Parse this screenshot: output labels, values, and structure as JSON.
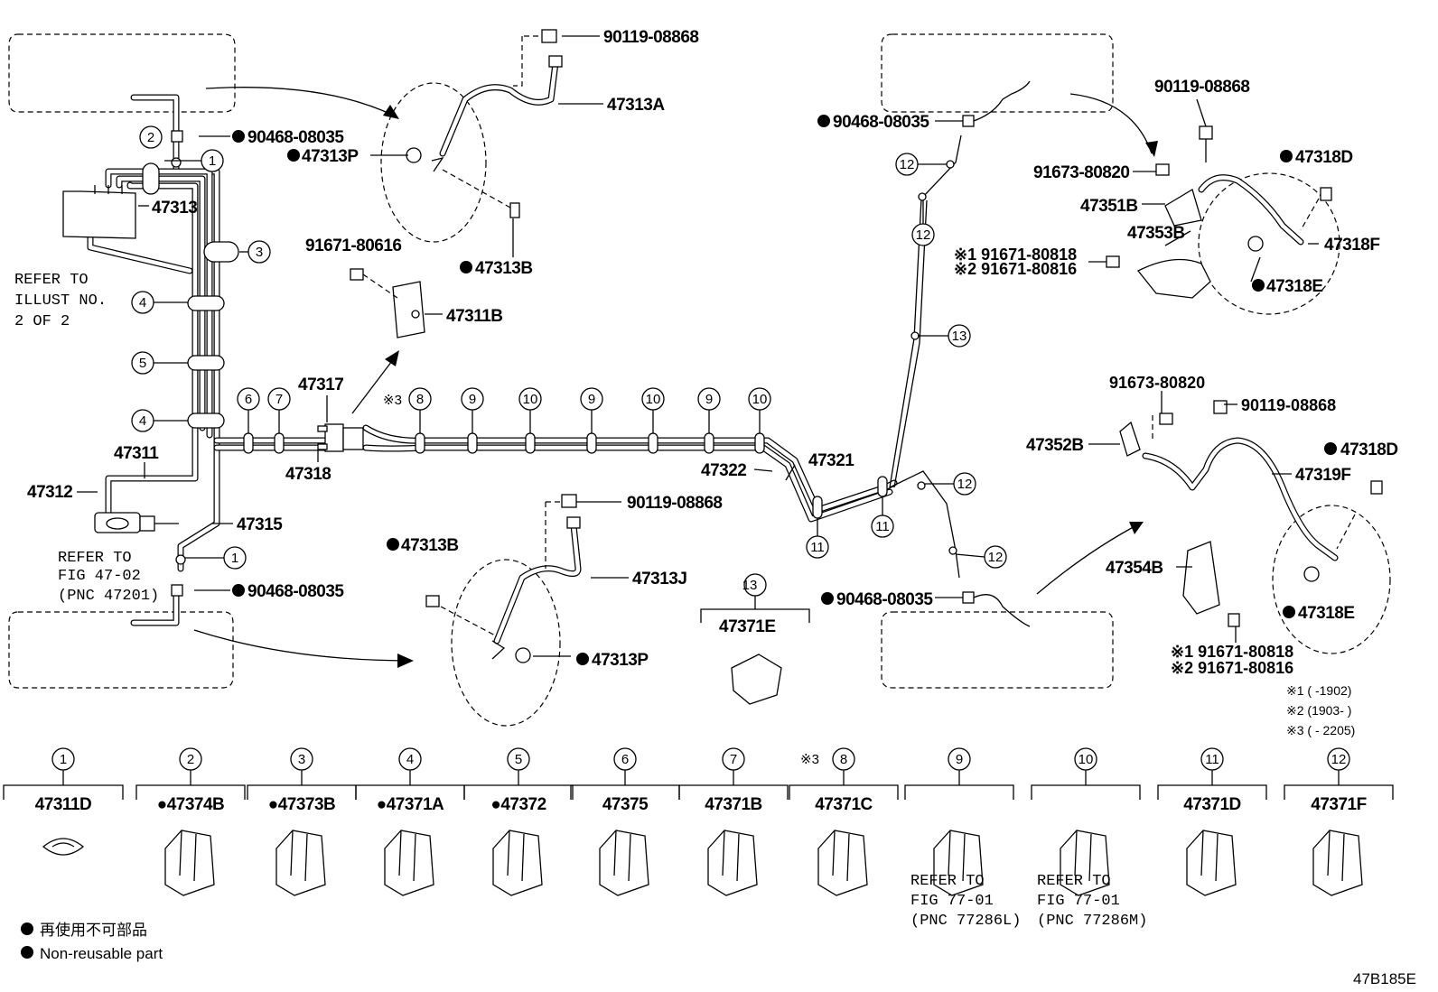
{
  "diagram_id": "47B185E",
  "legend": {
    "ja": "再使用不可部品",
    "en": "Non-reusable part"
  },
  "notes": {
    "n1": "※1 (     -1902)",
    "n2": "※2 (1903-     )",
    "n3": "※3 (     - 2205)"
  },
  "refs": {
    "illust": [
      "REFER TO",
      "ILLUST NO.",
      "2 OF 2"
    ],
    "fig4702": [
      "REFER TO",
      "FIG 47-02",
      "(PNC 47201)"
    ],
    "fig7701L": [
      "REFER TO",
      "FIG 77-01",
      "(PNC 77286L)"
    ],
    "fig7701M": [
      "REFER TO",
      "FIG 77-01",
      "(PNC 77286M)"
    ]
  },
  "parts": {
    "p90119a": "90119-08868",
    "p47313A": "47313A",
    "p90468a": "90468-08035",
    "p47313Pa": "47313P",
    "p47313": "47313",
    "p47313Ba": "47313B",
    "p91671a": "91671-80616",
    "p47311B": "47311B",
    "p47317": "47317",
    "p47318": "47318",
    "p47311": "47311",
    "p47312": "47312",
    "p47315": "47315",
    "p90468b": "90468-08035",
    "p47313Bb": "47313B",
    "p90119b": "90119-08868",
    "p47313J": "47313J",
    "p47313Pb": "47313P",
    "p47322": "47322",
    "p47321": "47321",
    "p90468c": "90468-08035",
    "p90468d": "90468-08035",
    "p90119c": "90119-08868",
    "p91673a": "91673-80820",
    "p47351B": "47351B",
    "p47353B": "47353B",
    "p47318Da": "47318D",
    "p47318Fa": "47318F",
    "p47318Ea": "47318E",
    "p91671b1": "※1 91671-80818",
    "p91671b2": "※2 91671-80816",
    "p91673b": "91673-80820",
    "p90119d": "90119-08868",
    "p47352B": "47352B",
    "p47318Db": "47318D",
    "p47319F": "47319F",
    "p47354B": "47354B",
    "p47318Eb": "47318E",
    "p91671c1": "※1 91671-80818",
    "p91671c2": "※2 91671-80816",
    "p47371Ecap": "47371E",
    "star3": "※3"
  },
  "clamps": [
    {
      "num": "1",
      "part": "47311D",
      "mark": ""
    },
    {
      "num": "2",
      "part": "47374B",
      "mark": "●"
    },
    {
      "num": "3",
      "part": "47373B",
      "mark": "●"
    },
    {
      "num": "4",
      "part": "47371A",
      "mark": "●"
    },
    {
      "num": "5",
      "part": "47372",
      "mark": "●"
    },
    {
      "num": "6",
      "part": "47375",
      "mark": ""
    },
    {
      "num": "7",
      "part": "47371B",
      "mark": ""
    },
    {
      "num": "8",
      "part": "47371C",
      "mark": ""
    },
    {
      "num": "9",
      "part": "",
      "mark": ""
    },
    {
      "num": "10",
      "part": "",
      "mark": ""
    },
    {
      "num": "11",
      "part": "47371D",
      "mark": ""
    },
    {
      "num": "12",
      "part": "47371F",
      "mark": ""
    }
  ],
  "callout13": "13",
  "colors": {
    "line": "#000000",
    "background": "#ffffff"
  }
}
